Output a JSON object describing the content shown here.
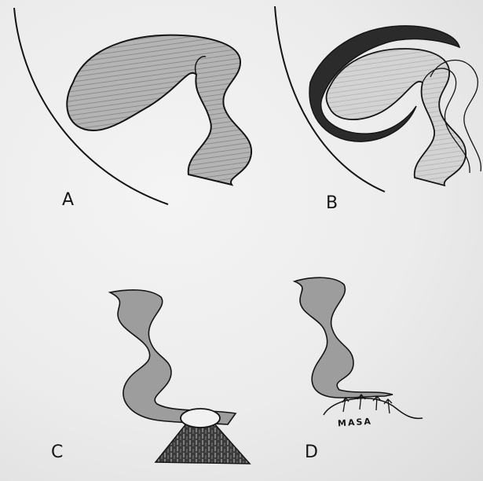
{
  "labels": {
    "a": "A",
    "b": "B",
    "c": "C",
    "d": "D"
  },
  "annotations": {
    "mass": "MASA"
  },
  "colors": {
    "paper": "#ececec",
    "ink": "#151515",
    "shading": "#9d9d9d",
    "light_shading": "#cfcfcf",
    "dark_rim": "#2b2b2b"
  }
}
